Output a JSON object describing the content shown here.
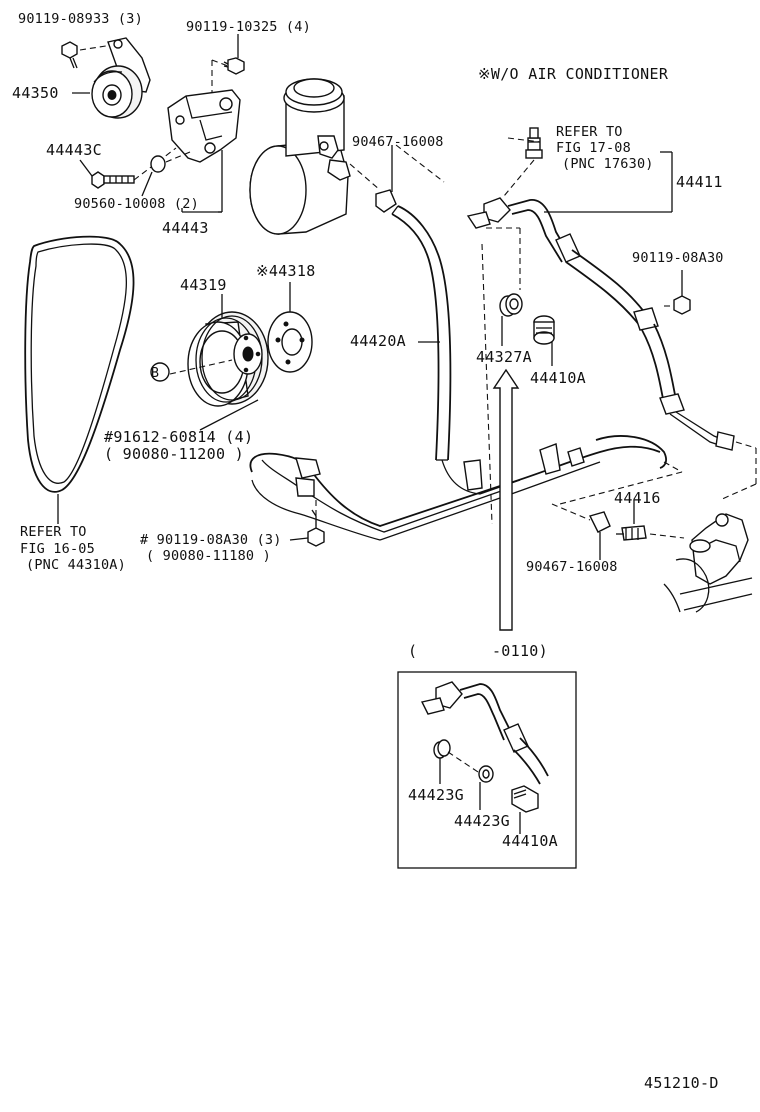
{
  "diagram": {
    "labels": {
      "bolt_top_left": "90119-08933 (3)",
      "bolt_top_mid": "90119-10325 (4)",
      "idler_pulley": "44350",
      "bolt_44443c": "44443C",
      "collar": "90560-10008 (2)",
      "bracket": "44443",
      "belt_ref_1": "REFER TO",
      "belt_ref_2": "FIG 16-05",
      "belt_ref_3": "(PNC 44310A)",
      "pump_pulley": "44319",
      "plate": "※44318",
      "pulley_nut_a": "#91612-60814 (4)",
      "pulley_nut_b": "( 90080-11200 )",
      "bolt_bottom_a": "# 90119-08A30 (3)",
      "bolt_bottom_b": "( 90080-11180 )",
      "circle_b": "B",
      "wo_ac": "※W/O AIR CONDITIONER",
      "refer_17_a": "REFER TO",
      "refer_17_b": "FIG 17-08",
      "refer_17_c": "(PNC 17630)",
      "clamp_top": "90467-16008",
      "pressure_hose": "44411",
      "return_hose": "44420A",
      "bolt_right": "90119-08A30",
      "gasket": "44327A",
      "union_bolt": "44410A",
      "tube": "44416",
      "clamp_bottom": "90467-16008",
      "inset_range": "(        -0110)",
      "inset_gasket_1": "44423G",
      "inset_gasket_2": "44423G",
      "inset_union": "44410A",
      "figure_code": "451210-D"
    }
  }
}
